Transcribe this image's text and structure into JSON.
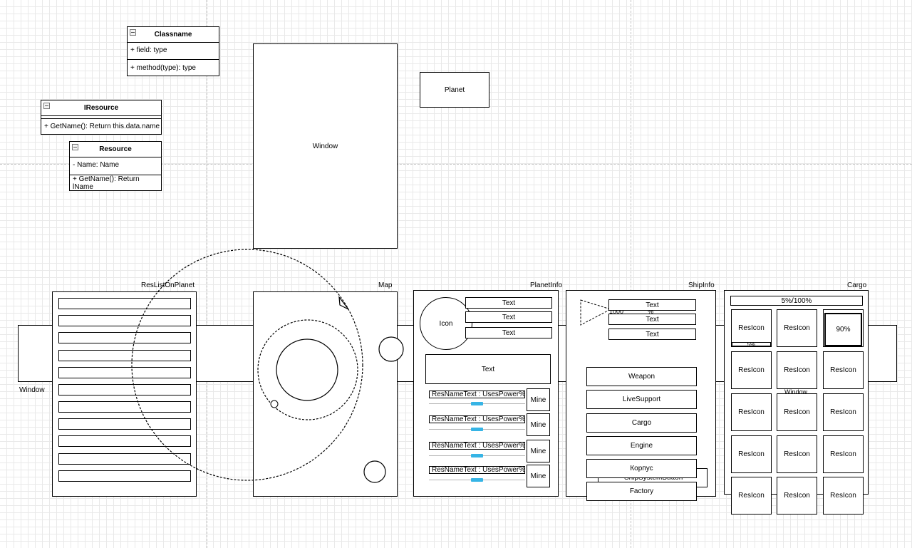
{
  "uml": {
    "classname": {
      "title": "Classname",
      "field": "+ field: type",
      "method": "+ method(type): type"
    },
    "iresource": {
      "title": "IResource",
      "method": "+ GetName(): Return this.data.name"
    },
    "resource": {
      "title": "Resource",
      "field": "- Name: Name",
      "method": "+ GetName(): Return lName"
    }
  },
  "window_large_label": "Window",
  "planet_label": "Planet",
  "left_window_label": "Window",
  "panels": {
    "reslist_title": "ResListOnPlanet",
    "map_title": "Map",
    "planetinfo_title": "PlanetInfo",
    "shipinfo_title": "ShipInfo",
    "cargo_title": "Cargo"
  },
  "planetinfo": {
    "icon_label": "Icon",
    "text_rows": [
      "Text",
      "Text",
      "Text"
    ],
    "text_block": "Text",
    "resources": [
      {
        "label": "ResNameText : UsesPower%",
        "button": "Mine"
      },
      {
        "label": "ResNameText : UsesPower%",
        "button": "Mine"
      },
      {
        "label": "ResNameText : UsesPower%",
        "button": "Mine"
      },
      {
        "label": "ResNameText : UsesPower%",
        "button": "Mine"
      }
    ]
  },
  "shipinfo": {
    "text_rows": [
      "Text",
      "Text",
      "Text"
    ],
    "partial_text": "1000",
    "partial_pct": "%",
    "systems": [
      "Weapon",
      "LiveSupport",
      "Cargo",
      "Engine",
      "Корпус",
      "Factory"
    ],
    "ship_system_button": "ShipSystemButton"
  },
  "cargo": {
    "capacity": "5%/100%",
    "cell_label": "ResIcon",
    "highlight": "90%",
    "small_pct": "5%",
    "overlay_window": "Window"
  }
}
